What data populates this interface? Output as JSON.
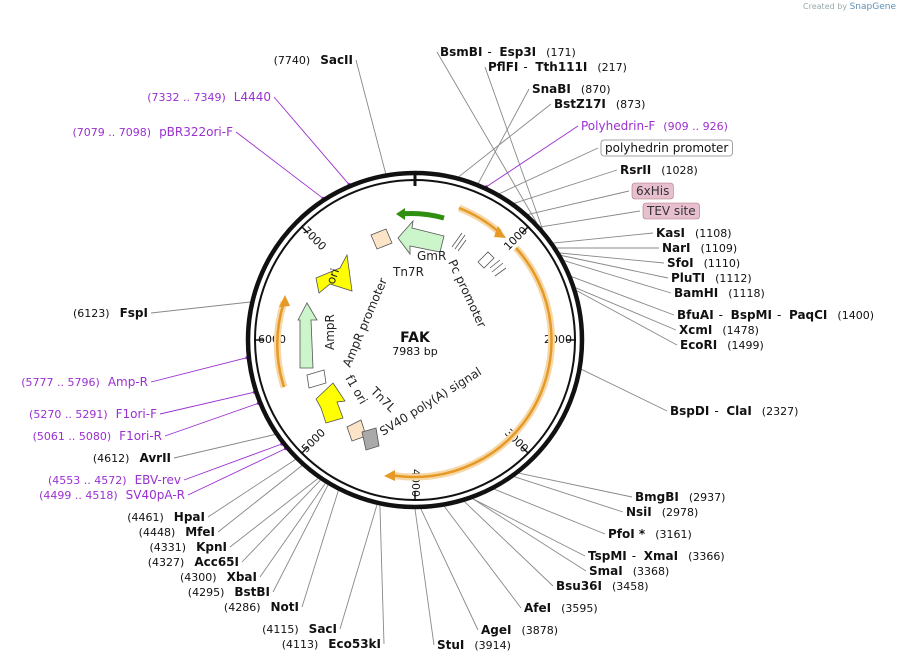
{
  "credit": {
    "prefix": "Created by",
    "brand": "SnapGene"
  },
  "plasmid": {
    "name": "FAK",
    "length_label": "7983 bp"
  },
  "ticks": [
    {
      "label": "1000",
      "angle": 45
    },
    {
      "label": "2000",
      "angle": 90
    },
    {
      "label": "3000",
      "angle": 135
    },
    {
      "label": "4000",
      "angle": 180
    },
    {
      "label": "5000",
      "angle": 225
    },
    {
      "label": "6000",
      "angle": 270
    },
    {
      "label": "7000",
      "angle": 315
    }
  ],
  "features": [
    {
      "name": "GmR",
      "label": "GmR",
      "color": "#ccf5cc"
    },
    {
      "name": "Tn7R",
      "label": "Tn7R",
      "color": "#fce4c8"
    },
    {
      "name": "Pc promoter",
      "label": "Pc promoter",
      "color": "#ffffff"
    },
    {
      "name": "ori",
      "label": "ori",
      "color": "#ffff00"
    },
    {
      "name": "AmpR promoter",
      "label": "AmpR promoter",
      "color": "#ffffff"
    },
    {
      "name": "AmpR",
      "label": "AmpR",
      "color": "#ccf5cc"
    },
    {
      "name": "f1 ori",
      "label": "f1 ori",
      "color": "#ffff00"
    },
    {
      "name": "Tn7L",
      "label": "Tn7L",
      "color": "#fce4c8"
    },
    {
      "name": "SV40 poly(A) signal",
      "label": "SV40 poly(A) signal",
      "color": "#c0c0c0"
    }
  ],
  "right_labels": [
    {
      "parts": [
        "BsmBI",
        "Esp3I"
      ],
      "pos": "(171)"
    },
    {
      "parts": [
        "PflFI",
        "Tth111I"
      ],
      "pos": "(217)"
    },
    {
      "parts": [
        "SnaBI"
      ],
      "pos": "(870)"
    },
    {
      "parts": [
        "BstZ17I"
      ],
      "pos": "(873)"
    },
    {
      "primer": "Polyhedrin-F",
      "pos": "(909 .. 926)"
    },
    {
      "boxed": "polyhedrin promoter"
    },
    {
      "parts": [
        "RsrII"
      ],
      "pos": "(1028)"
    },
    {
      "tag": "6xHis"
    },
    {
      "tag": "TEV site"
    },
    {
      "parts": [
        "KasI"
      ],
      "pos": "(1108)"
    },
    {
      "parts": [
        "NarI"
      ],
      "pos": "(1109)"
    },
    {
      "parts": [
        "SfoI"
      ],
      "pos": "(1110)"
    },
    {
      "parts": [
        "PluTI"
      ],
      "pos": "(1112)"
    },
    {
      "parts": [
        "BamHI"
      ],
      "pos": "(1118)"
    },
    {
      "parts": [
        "BfuAI",
        "BspMI",
        "PaqCI"
      ],
      "pos": "(1400)"
    },
    {
      "parts": [
        "XcmI"
      ],
      "pos": "(1478)"
    },
    {
      "parts": [
        "EcoRI"
      ],
      "pos": "(1499)"
    },
    {
      "parts": [
        "BspDI",
        "ClaI"
      ],
      "pos": "(2327)"
    },
    {
      "parts": [
        "BmgBI"
      ],
      "pos": "(2937)"
    },
    {
      "parts": [
        "NsiI"
      ],
      "pos": "(2978)"
    },
    {
      "parts": [
        "PfoI *"
      ],
      "pos": "(3161)"
    },
    {
      "parts": [
        "TspMI",
        "XmaI"
      ],
      "pos": "(3366)"
    },
    {
      "parts": [
        "SmaI"
      ],
      "pos": "(3368)"
    },
    {
      "parts": [
        "Bsu36I"
      ],
      "pos": "(3458)"
    },
    {
      "parts": [
        "AfeI"
      ],
      "pos": "(3595)"
    },
    {
      "parts": [
        "AgeI"
      ],
      "pos": "(3878)"
    },
    {
      "parts": [
        "StuI"
      ],
      "pos": "(3914)"
    }
  ],
  "left_labels": [
    {
      "parts": [
        "SacII"
      ],
      "pos": "(7740)"
    },
    {
      "primer": "L4440",
      "pos": "(7332 .. 7349)"
    },
    {
      "primer": "pBR322ori-F",
      "pos": "(7079 .. 7098)"
    },
    {
      "parts": [
        "FspI"
      ],
      "pos": "(6123)"
    },
    {
      "primer": "Amp-R",
      "pos": "(5777 .. 5796)"
    },
    {
      "primer": "F1ori-F",
      "pos": "(5270 .. 5291)"
    },
    {
      "primer": "F1ori-R",
      "pos": "(5061 .. 5080)"
    },
    {
      "parts": [
        "AvrII"
      ],
      "pos": "(4612)"
    },
    {
      "primer": "EBV-rev",
      "pos": "(4553 .. 4572)"
    },
    {
      "primer": "SV40pA-R",
      "pos": "(4499 .. 4518)"
    },
    {
      "parts": [
        "HpaI"
      ],
      "pos": "(4461)"
    },
    {
      "parts": [
        "MfeI"
      ],
      "pos": "(4448)"
    },
    {
      "parts": [
        "KpnI"
      ],
      "pos": "(4331)"
    },
    {
      "parts": [
        "Acc65I"
      ],
      "pos": "(4327)"
    },
    {
      "parts": [
        "XbaI"
      ],
      "pos": "(4300)"
    },
    {
      "parts": [
        "BstBI"
      ],
      "pos": "(4295)"
    },
    {
      "parts": [
        "NotI"
      ],
      "pos": "(4286)"
    },
    {
      "parts": [
        "SacI"
      ],
      "pos": "(4115)"
    },
    {
      "parts": [
        "Eco53kI"
      ],
      "pos": "(4113)"
    }
  ],
  "colors": {
    "primer": "#9b30d0",
    "tag_fill": "#e8bfcf",
    "orange_arrow": "#f2b043",
    "backbone": "#111111"
  }
}
